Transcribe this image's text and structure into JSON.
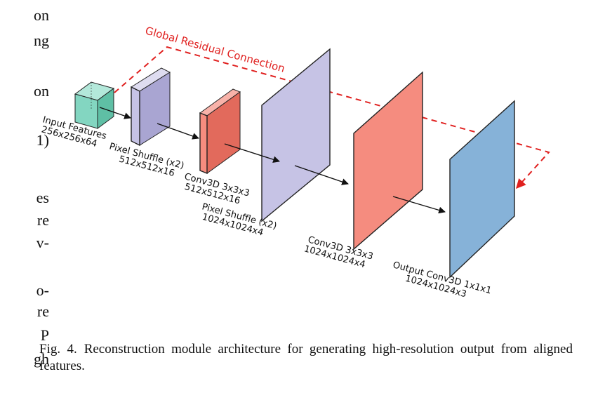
{
  "left_margin_text": [
    "on",
    "ng",
    "on",
    "1)",
    "es",
    "re",
    "v-",
    "o-",
    "re",
    "P",
    "gh"
  ],
  "diagram": {
    "residual_label": "Global Residual Connection",
    "blocks": [
      {
        "label_line1": "Input Features",
        "label_line2": "256x256x64",
        "color": "#83d6c1"
      },
      {
        "label_line1": "Pixel Shuffle (x2)",
        "label_line2": "512x512x16",
        "color": "#c6c3e5"
      },
      {
        "label_line1": "Conv3D 3x3x3",
        "label_line2": "512x512x16",
        "color": "#f58c7f"
      },
      {
        "label_line1": "Pixel Shuffle (x2)",
        "label_line2": "1024x1024x4",
        "color": "#c6c3e5"
      },
      {
        "label_line1": "Conv3D 3x3x3",
        "label_line2": "1024x1024x4",
        "color": "#f58c7f"
      },
      {
        "label_line1": "Output Conv3D 1x1x1",
        "label_line2": "1024x1024x3",
        "color": "#86b2d8"
      }
    ],
    "residual_color": "#e0201f"
  },
  "caption": {
    "label": "Fig. 4.",
    "text": "Reconstruction module architecture for generating high-resolution output from aligned features."
  }
}
